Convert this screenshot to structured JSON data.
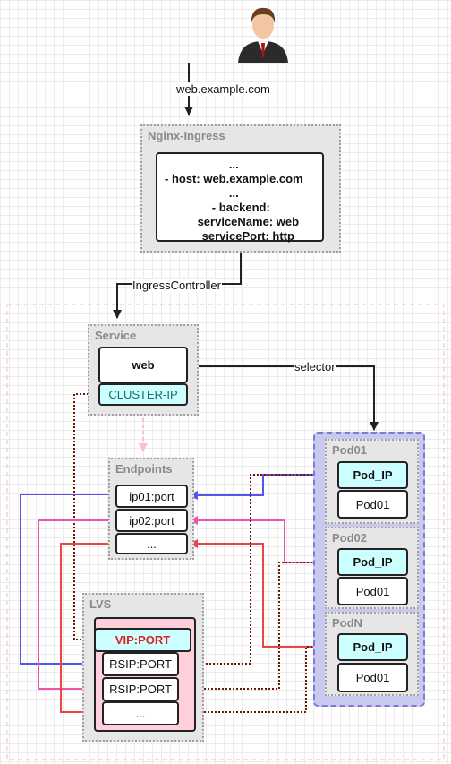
{
  "top_label": "web.example.com",
  "controller_label": "IngressController",
  "selector_label": "selector",
  "ingress": {
    "title": "Nginx-Ingress",
    "line1": "...",
    "line2_key": "- host: ",
    "line2_val": "web.example.com",
    "line3": "...",
    "line4": "- backend:",
    "line5": "serviceName: web",
    "line6": "servicePort: http"
  },
  "service": {
    "title": "Service",
    "name": "web",
    "ip": "CLUSTER-IP"
  },
  "endpoints": {
    "title": "Endpoints",
    "items": [
      "ip01:port",
      "ip02:port",
      "..."
    ]
  },
  "lvs": {
    "title": "LVS",
    "vip": "VIP:PORT",
    "items": [
      "RSIP:PORT",
      "RSIP:PORT",
      "..."
    ]
  },
  "pods": [
    {
      "title": "Pod01",
      "ip": "Pod_IP",
      "name": "Pod01"
    },
    {
      "title": "Pod02",
      "ip": "Pod_IP",
      "name": "Pod01"
    },
    {
      "title": "PodN",
      "ip": "Pod_IP",
      "name": "Pod01"
    }
  ],
  "colors": {
    "blue": "#5555ee",
    "pink": "#ee55aa",
    "red": "#ee4444",
    "brown": "#6b1a00",
    "ep_arrow": "#ffbbdd"
  }
}
